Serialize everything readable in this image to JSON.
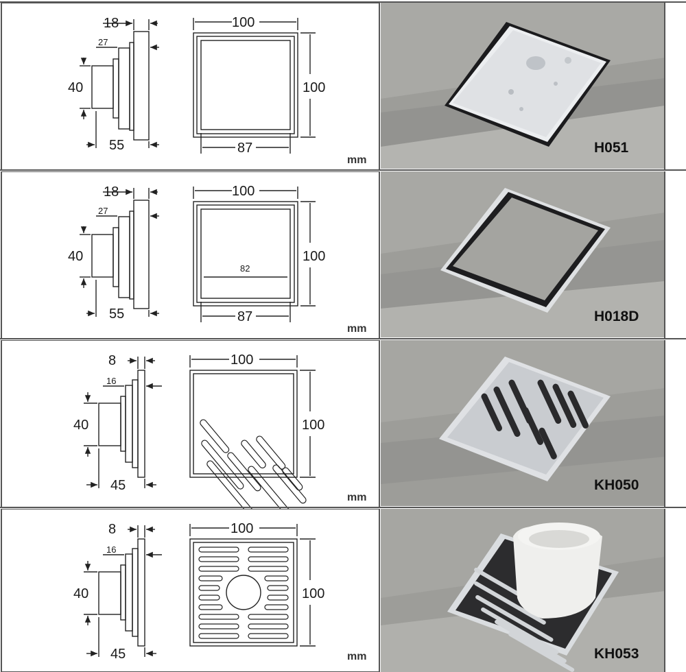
{
  "unit": "mm",
  "rows": [
    {
      "model": "H051",
      "side": {
        "top": "18",
        "step": "27",
        "height": "40",
        "depth": "55"
      },
      "front": {
        "width": "100",
        "height": "100",
        "inner": "87",
        "inner_label": ""
      }
    },
    {
      "model": "H018D",
      "side": {
        "top": "18",
        "step": "27",
        "height": "40",
        "depth": "55"
      },
      "front": {
        "width": "100",
        "height": "100",
        "inner": "87",
        "inner_label": "82"
      }
    },
    {
      "model": "KH050",
      "side": {
        "top": "8",
        "step": "16",
        "height": "40",
        "depth": "45"
      },
      "front": {
        "width": "100",
        "height": "100",
        "inner": "",
        "inner_label": ""
      }
    },
    {
      "model": "KH053",
      "side": {
        "top": "8",
        "step": "16",
        "height": "40",
        "depth": "45"
      },
      "front": {
        "width": "100",
        "height": "100",
        "inner": "",
        "inner_label": ""
      }
    }
  ],
  "colors": {
    "grid_line": "#555555",
    "drawing_line": "#222222",
    "tile_light": "#a7a7a3",
    "tile_dark": "#8f8f8b",
    "chrome": "#e8eaec"
  }
}
